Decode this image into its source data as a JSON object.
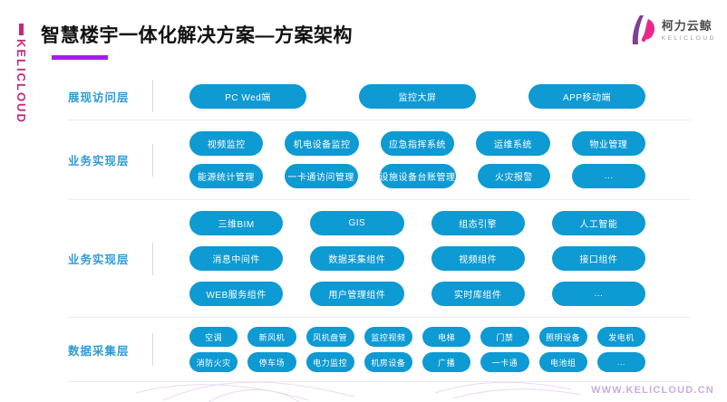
{
  "brand": {
    "vertical_text": "KELICLOUD"
  },
  "header": {
    "title": "智慧楼宇一体化解决方案—方案架构"
  },
  "logo": {
    "name_cn": "柯力云鲸",
    "name_en": "KELICLOUD"
  },
  "layers": [
    {
      "label": "展现访问层",
      "rows": [
        [
          "PC Wed端",
          "监控大屏",
          "APP移动端"
        ]
      ]
    },
    {
      "label": "业务实现层",
      "rows": [
        [
          "视频监控",
          "机电设备监控",
          "应急指挥系统",
          "运维系统",
          "物业管理"
        ],
        [
          "能源统计管理",
          "一卡通访问管理",
          "设施设备台账管理",
          "火灾报警",
          "..."
        ]
      ]
    },
    {
      "label": "业务实现层",
      "rows": [
        [
          "三维BIM",
          "GIS",
          "组态引擎",
          "人工智能"
        ],
        [
          "消息中间件",
          "数据采集组件",
          "视频组件",
          "接口组件"
        ],
        [
          "WEB服务组件",
          "用户管理组件",
          "实时库组件",
          "..."
        ]
      ]
    },
    {
      "label": "数据采集层",
      "rows": [
        [
          "空调",
          "新风机",
          "风机盘管",
          "监控视频",
          "电梯",
          "门禁",
          "照明设备",
          "发电机"
        ],
        [
          "消防火灾",
          "停车场",
          "电力监控",
          "机房设备",
          "广播",
          "一卡通",
          "电池组",
          "..."
        ]
      ]
    }
  ],
  "footer": {
    "url": "WWW.KELICLOUD.CN"
  },
  "colors": {
    "pill": "#0E9AD3",
    "label": "#2E9BD6",
    "brand": "#C12A7C",
    "underline": "#A01EF0",
    "url_text": "#C9ADDC",
    "logo_purple": "#7E3F98",
    "logo_pink": "#E8298C"
  }
}
